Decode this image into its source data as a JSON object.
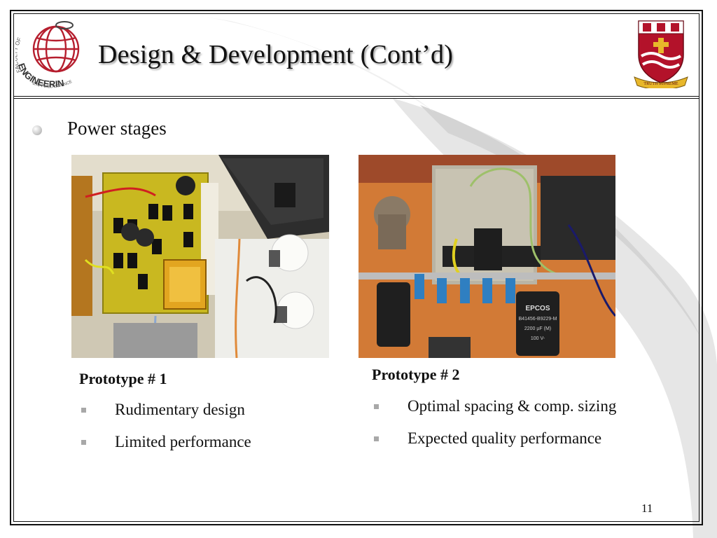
{
  "slide": {
    "title": "Design & Development (Cont’d)",
    "page_number": "11"
  },
  "logos": {
    "left": {
      "icon": "faculty-globe-logo",
      "arc_text_top": "FACULTY OF",
      "arc_text_main": "ENGINEERING",
      "arc_text_sub": "& APPLIED SCIENCE"
    },
    "right": {
      "icon": "university-crest",
      "motto": "TRUTH SUPREME"
    }
  },
  "main_bullet": {
    "text": "Power stages"
  },
  "prototypes": [
    {
      "heading": "Prototype # 1",
      "image": "power-stage-prototype-1-photo",
      "bullets": [
        "Rudimentary design",
        "Limited performance"
      ]
    },
    {
      "heading": "Prototype # 2",
      "image": "power-stage-prototype-2-photo",
      "bullets": [
        "Optimal spacing & comp. sizing",
        "Expected quality performance"
      ],
      "capacitor_label": {
        "brand": "EPCOS",
        "part": "B41456-B9229-M",
        "capacitance": "2200 µF (M)",
        "voltage": "100 V-"
      }
    }
  ],
  "colors": {
    "title_text": "#111111",
    "frame": "#111111",
    "bullet_square": "#a8a8a8",
    "swoosh": "#d0d0d0",
    "crest_red": "#b3122a",
    "crest_gold": "#e8b72a",
    "logo_red": "#b61e2e"
  }
}
